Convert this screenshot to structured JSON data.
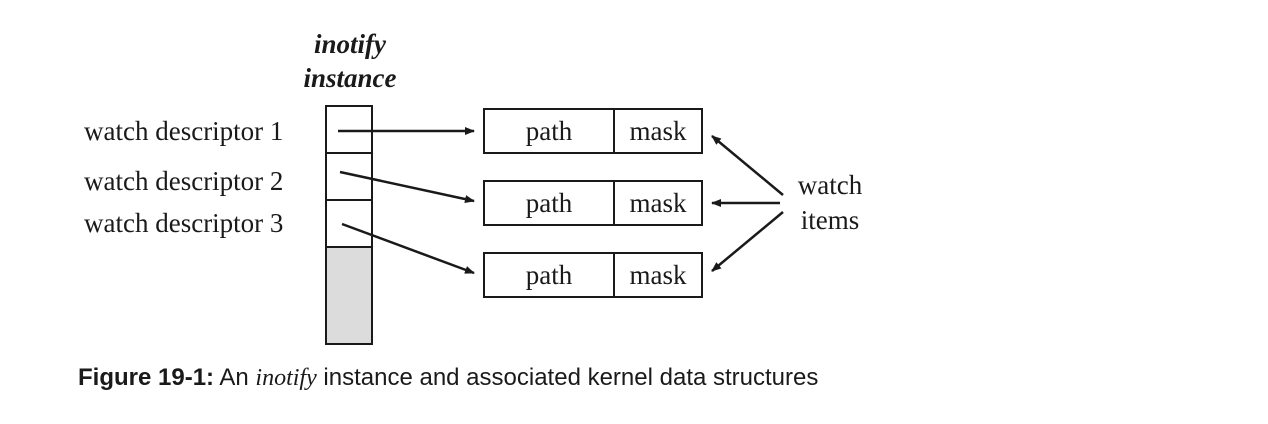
{
  "diagram": {
    "instance_title": {
      "line1": "inotify",
      "line2": "instance"
    },
    "watch_descriptors": [
      "watch descriptor 1",
      "watch descriptor 2",
      "watch descriptor 3"
    ],
    "boxes": [
      {
        "path": "path",
        "mask": "mask"
      },
      {
        "path": "path",
        "mask": "mask"
      },
      {
        "path": "path",
        "mask": "mask"
      }
    ],
    "watch_items": {
      "line1": "watch",
      "line2": "items"
    },
    "colors": {
      "line": "#1a1a1a",
      "shaded_cell": "#dcdcdc"
    }
  },
  "caption": {
    "prefix": "Figure 19-1:",
    "before_italic": "An",
    "italic": "inotify",
    "after_italic": "instance and associated kernel data structures"
  }
}
